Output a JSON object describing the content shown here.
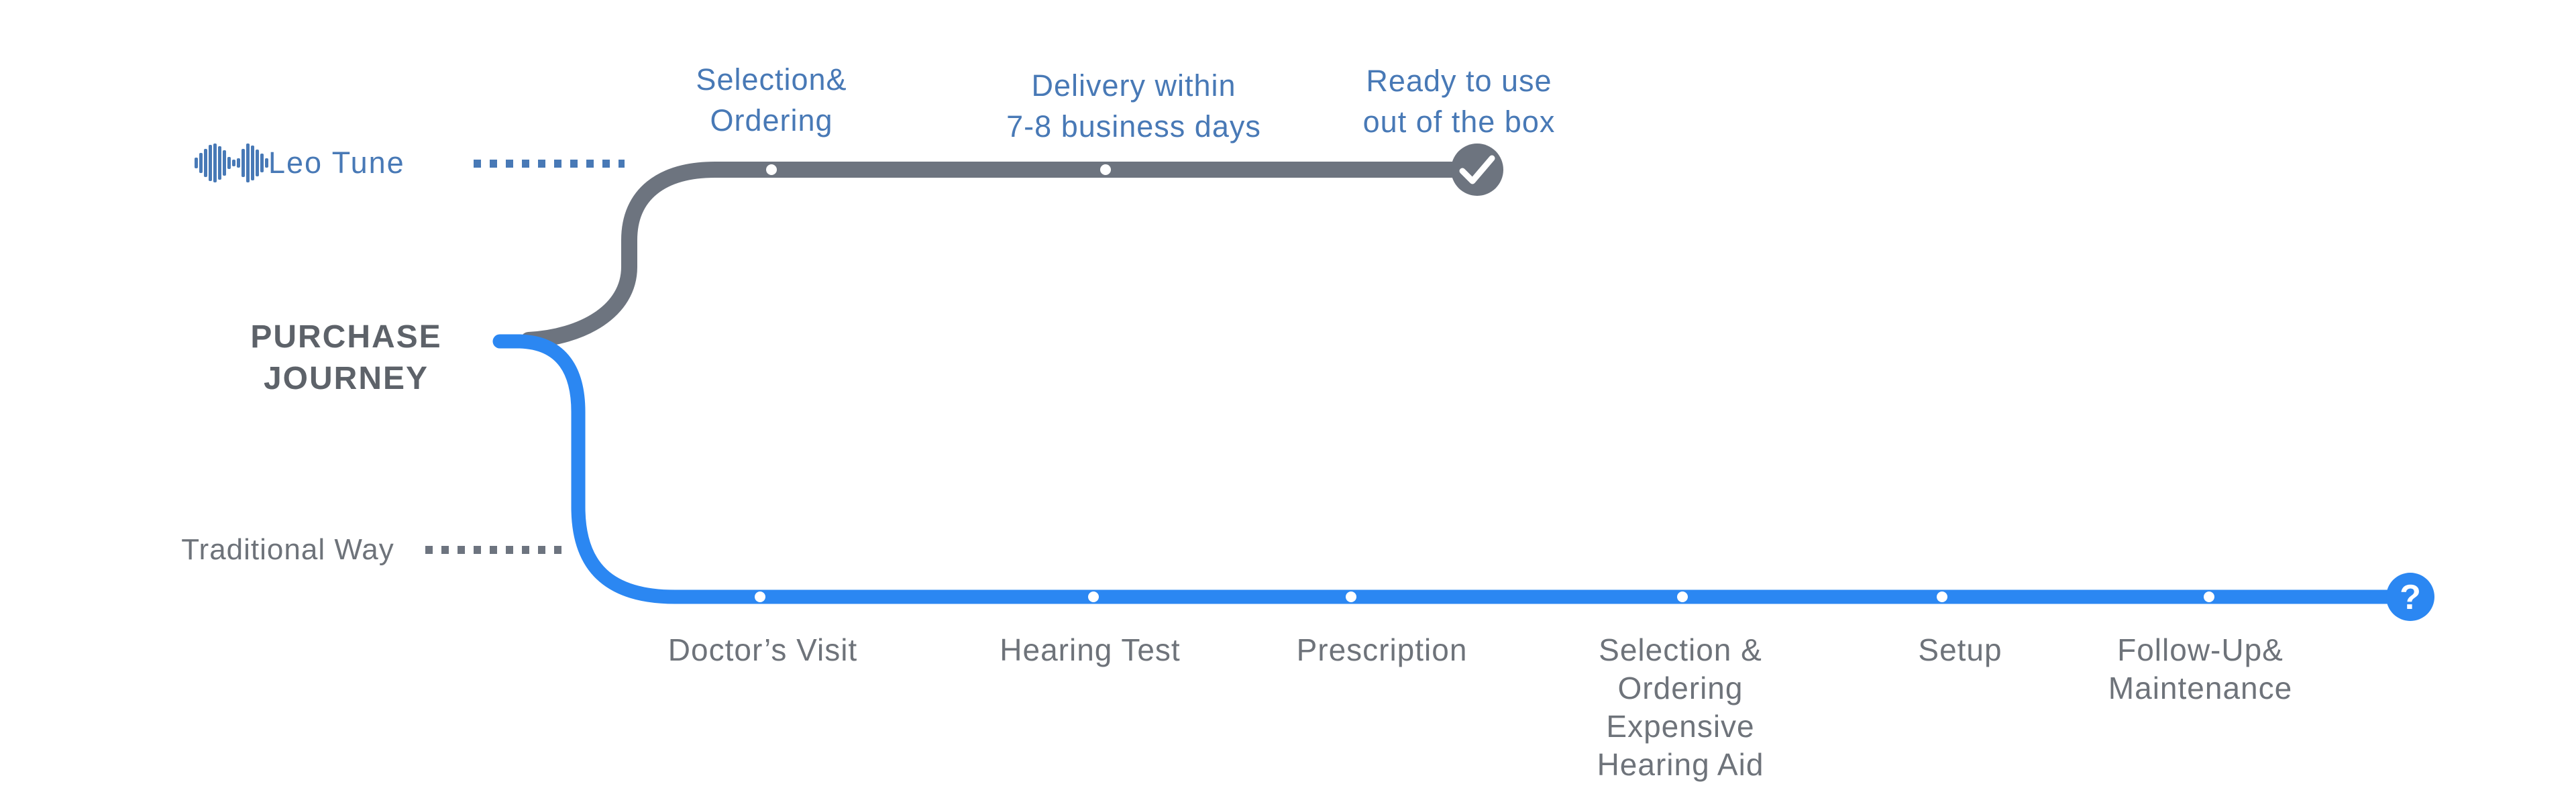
{
  "title": {
    "line1": "PURCHASE",
    "line2": "JOURNEY"
  },
  "colors": {
    "accent_blue_line": "#2b87f2",
    "steel_blue_text": "#4879b6",
    "gray_line": "#6d747f",
    "gray_text": "#6e737a",
    "title_gray": "#5d6269"
  },
  "leo_route": {
    "brand": "Leo Tune",
    "icon": "soundwave-icon",
    "end_marker": "checkmark",
    "steps": [
      {
        "lines": {
          "l1": "Selection&",
          "l2": "Ordering"
        }
      },
      {
        "lines": {
          "l1": "Delivery within",
          "l2": "7-8 business days"
        }
      },
      {
        "lines": {
          "l1": "Ready to use",
          "l2": "out of the box"
        }
      }
    ]
  },
  "traditional_route": {
    "label": "Traditional Way",
    "end_marker": "?",
    "steps": [
      {
        "lines": {
          "l1": "Doctor’s Visit"
        }
      },
      {
        "lines": {
          "l1": "Hearing Test"
        }
      },
      {
        "lines": {
          "l1": "Prescription"
        }
      },
      {
        "lines": {
          "l1": "Selection &",
          "l2": "Ordering",
          "l3": "Expensive",
          "l4": "Hearing Aid"
        }
      },
      {
        "lines": {
          "l1": "Setup"
        }
      },
      {
        "lines": {
          "l1": "Follow-Up&",
          "l2": "Maintenance"
        }
      }
    ]
  }
}
